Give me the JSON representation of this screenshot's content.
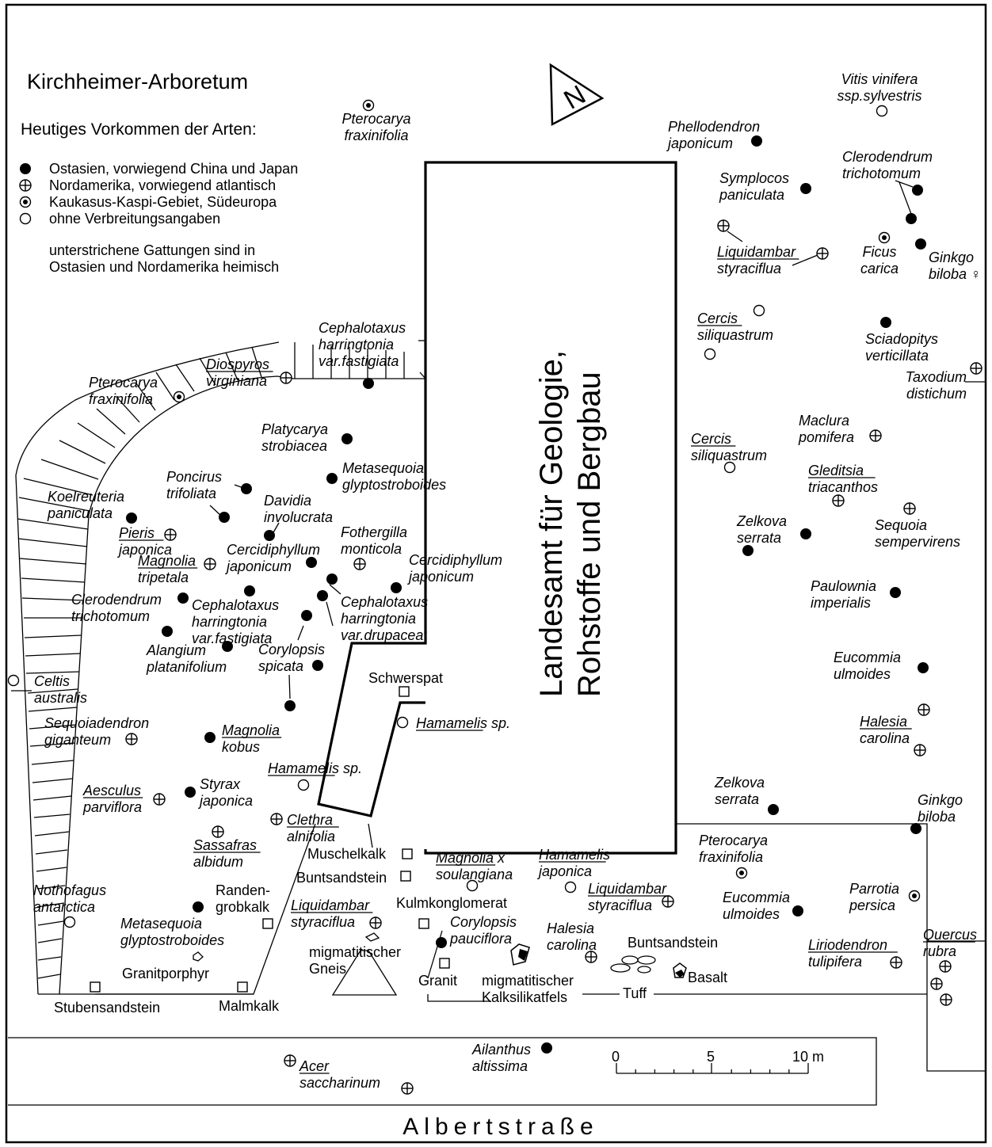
{
  "title": "Kirchheimer-Arboretum",
  "legend": {
    "heading": "Heutiges Vorkommen der Arten:",
    "items": [
      {
        "symbol": "filled-dot",
        "text": "Ostasien, vorwiegend China und Japan"
      },
      {
        "symbol": "circle-plus",
        "text": "Nordamerika, vorwiegend atlantisch"
      },
      {
        "symbol": "circle-dot",
        "text": "Kaukasus-Kaspi-Gebiet, Südeuropa"
      },
      {
        "symbol": "open-circle",
        "text": "ohne Verbreitungsangaben"
      }
    ],
    "note_line1": "unterstrichene Gattungen sind in",
    "note_line2": "Ostasien und Nordamerika heimisch"
  },
  "building": {
    "line1": "Landesamt für Geologie,",
    "line2": "Rohstoffe und Bergbau"
  },
  "street": "Albertstraße",
  "north_label": "N",
  "scale": {
    "labels": [
      "0",
      "5",
      "10 m"
    ]
  },
  "species": [
    {
      "s": "filled-dot",
      "lines": [
        "Phellodendron",
        "japonicum"
      ]
    },
    {
      "s": "open-circle",
      "lines": [
        "Vitis vinifera",
        "ssp.sylvestris"
      ]
    },
    {
      "s": "circle-dot",
      "lines": [
        "Pterocarya",
        "fraxinifolia"
      ]
    },
    {
      "s": "filled-dot",
      "lines": [
        "Symplocos",
        "paniculata"
      ]
    },
    {
      "s": "filled-dot",
      "lines": [
        "Clerodendrum",
        "trichotomum"
      ]
    },
    {
      "s": "circle-plus",
      "lines": [
        "Liquidambar",
        "styraciflua"
      ]
    },
    {
      "s": "circle-dot",
      "lines": [
        "Ficus",
        "carica"
      ]
    },
    {
      "s": "filled-dot",
      "lines": [
        "Ginkgo",
        "biloba ♀"
      ]
    },
    {
      "s": "open-circle",
      "lines": [
        "Cercis",
        "siliquastrum"
      ]
    },
    {
      "s": "filled-dot",
      "lines": [
        "Sciadopitys",
        "verticillata"
      ]
    },
    {
      "s": "circle-plus",
      "lines": [
        "Taxodium",
        "distichum"
      ]
    },
    {
      "s": "circle-plus",
      "lines": [
        "Maclura",
        "pomifera"
      ]
    },
    {
      "s": "open-circle",
      "lines": [
        "Cercis",
        "siliquastrum"
      ]
    },
    {
      "s": "circle-plus",
      "lines": [
        "Gleditsia",
        "triacanthos"
      ]
    },
    {
      "s": "circle-plus",
      "lines": [
        "Sequoia",
        "sempervirens"
      ]
    },
    {
      "s": "filled-dot",
      "lines": [
        "Zelkova",
        "serrata"
      ]
    },
    {
      "s": "filled-dot",
      "lines": [
        "Paulownia",
        "imperialis"
      ]
    },
    {
      "s": "filled-dot",
      "lines": [
        "Eucommia",
        "ulmoides"
      ]
    },
    {
      "s": "circle-plus",
      "lines": [
        "Halesia",
        "carolina"
      ]
    },
    {
      "s": "filled-dot",
      "lines": [
        "Zelkova",
        "serrata"
      ]
    },
    {
      "s": "filled-dot",
      "lines": [
        "Ginkgo",
        "biloba"
      ]
    },
    {
      "s": "circle-dot",
      "lines": [
        "Pterocarya",
        "fraxinifolia"
      ]
    },
    {
      "s": "filled-dot",
      "lines": [
        "Eucommia",
        "ulmoides"
      ]
    },
    {
      "s": "circle-dot",
      "lines": [
        "Parrotia",
        "persica"
      ]
    },
    {
      "s": "circle-plus",
      "lines": [
        "Liriodendron",
        "tulipifera"
      ]
    },
    {
      "s": "circle-plus",
      "lines": [
        "Quercus",
        "rubra"
      ]
    },
    {
      "s": "filled-dot",
      "lines": [
        "Cephalotaxus",
        "harringtonia",
        "var.fastigiata"
      ]
    },
    {
      "s": "circle-plus",
      "lines": [
        "Diospyros",
        "virginiana"
      ]
    },
    {
      "s": "circle-dot",
      "lines": [
        "Pterocarya",
        "fraxinifolia"
      ]
    },
    {
      "s": "filled-dot",
      "lines": [
        "Platycarya",
        "strobiacea"
      ]
    },
    {
      "s": "filled-dot",
      "lines": [
        "Metasequoia",
        "glyptostroboides"
      ]
    },
    {
      "s": "filled-dot",
      "lines": [
        "Poncirus",
        "trifoliata"
      ]
    },
    {
      "s": "filled-dot",
      "lines": [
        "Koelreuteria",
        "paniculata"
      ]
    },
    {
      "s": "filled-dot",
      "lines": [
        "Davidia",
        "involucrata"
      ]
    },
    {
      "s": "circle-plus",
      "lines": [
        "Pieris",
        "japonica"
      ]
    },
    {
      "s": "circle-plus",
      "lines": [
        "Fothergilla",
        "monticola"
      ]
    },
    {
      "s": "filled-dot",
      "lines": [
        "Cercidiphyllum",
        "japonicum"
      ]
    },
    {
      "s": "circle-plus",
      "lines": [
        "Magnolia",
        "tripetala"
      ]
    },
    {
      "s": "filled-dot",
      "lines": [
        "Cercidiphyllum",
        "japonicum"
      ]
    },
    {
      "s": "filled-dot",
      "lines": [
        "Clerodendrum",
        "trichotomum"
      ]
    },
    {
      "s": "filled-dot",
      "lines": [
        "Cephalotaxus",
        "harringtonia",
        "var.fastigiata"
      ]
    },
    {
      "s": "filled-dot",
      "lines": [
        "Cephalotaxus",
        "harringtonia",
        "var.drupacea"
      ]
    },
    {
      "s": "filled-dot",
      "lines": [
        "Alangium",
        "platanifolium"
      ]
    },
    {
      "s": "filled-dot",
      "lines": [
        "Corylopsis",
        "spicata"
      ]
    },
    {
      "s": "open-circle",
      "lines": [
        "Celtis",
        "australis"
      ]
    },
    {
      "s": "circle-plus",
      "lines": [
        "Sequoiadendron",
        "giganteum"
      ]
    },
    {
      "s": "filled-dot",
      "lines": [
        "Magnolia",
        "kobus"
      ]
    },
    {
      "s": "open-circle",
      "lines": [
        "Hamamelis sp."
      ]
    },
    {
      "s": "open-circle",
      "lines": [
        "Hamamelis sp."
      ]
    },
    {
      "s": "circle-plus",
      "lines": [
        "Aesculus",
        "parviflora"
      ]
    },
    {
      "s": "filled-dot",
      "lines": [
        "Styrax",
        "japonica"
      ]
    },
    {
      "s": "circle-plus",
      "lines": [
        "Clethra",
        "alnifolia"
      ]
    },
    {
      "s": "circle-plus",
      "lines": [
        "Sassafras",
        "albidum"
      ]
    },
    {
      "s": "open-circle",
      "lines": [
        "Nothofagus",
        "antarctica"
      ]
    },
    {
      "s": "filled-dot",
      "lines": [
        "Metasequoia",
        "glyptostroboides"
      ]
    },
    {
      "s": "circle-plus",
      "lines": [
        "Liquidambar",
        "styraciflua"
      ]
    },
    {
      "s": "open-circle",
      "lines": [
        "Magnolia x",
        "soulangiana"
      ]
    },
    {
      "s": "open-circle",
      "lines": [
        "Hamamelis",
        "japonica"
      ]
    },
    {
      "s": "circle-plus",
      "lines": [
        "Liquidambar",
        "styraciflua"
      ]
    },
    {
      "s": "filled-dot",
      "lines": [
        "Corylopsis",
        "pauciflora"
      ]
    },
    {
      "s": "circle-plus",
      "lines": [
        "Halesia",
        "carolina"
      ]
    },
    {
      "s": "filled-dot",
      "lines": [
        "Ailanthus",
        "altissima"
      ]
    },
    {
      "s": "circle-plus",
      "lines": [
        "Acer",
        "saccharinum"
      ]
    }
  ],
  "geology": [
    {
      "lines": [
        "Schwerspat"
      ]
    },
    {
      "lines": [
        "Muschelkalk"
      ]
    },
    {
      "lines": [
        "Buntsandstein"
      ]
    },
    {
      "lines": [
        "Kulmkonglomerat"
      ]
    },
    {
      "lines": [
        "Randen-",
        "grobkalk"
      ]
    },
    {
      "lines": [
        "Granitporphyr"
      ]
    },
    {
      "lines": [
        "Stubensandstein"
      ]
    },
    {
      "lines": [
        "Malmkalk"
      ]
    },
    {
      "lines": [
        "migmatitischer",
        "Gneis"
      ]
    },
    {
      "lines": [
        "Granit"
      ]
    },
    {
      "lines": [
        "migmatitischer",
        "Kalksilikatfels"
      ]
    },
    {
      "lines": [
        "Buntsandstein"
      ]
    },
    {
      "lines": [
        "Tuff"
      ]
    },
    {
      "lines": [
        "Basalt"
      ]
    }
  ]
}
